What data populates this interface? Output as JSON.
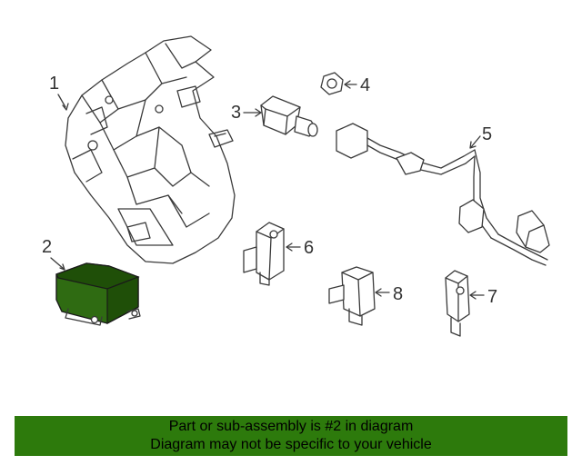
{
  "callouts": {
    "c1": "1",
    "c2": "2",
    "c3": "3",
    "c4": "4",
    "c5": "5",
    "c6": "6",
    "c7": "7",
    "c8": "8"
  },
  "highlight_color": "#2f6b12",
  "banner": {
    "line1": "Part or sub-assembly is #2 in diagram",
    "line2": "Diagram may not be specific to your vehicle",
    "background": "#2d7a0c"
  }
}
